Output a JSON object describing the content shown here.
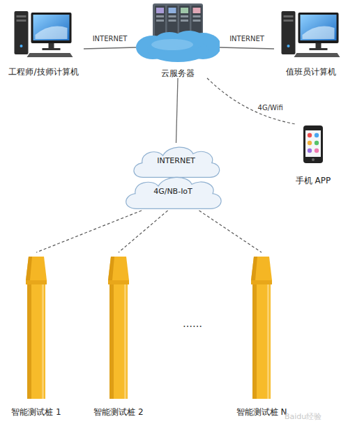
{
  "diagram": {
    "nodes": [
      {
        "text": [
          "工程师/技师计算机"
        ]
      },
      {
        "text": [
          "云服务器"
        ]
      },
      {
        "text": [
          "值班员计算机"
        ]
      },
      {
        "text": [
          "INTERNET"
        ]
      },
      {
        "text": [
          "4G/NB-IoT"
        ]
      },
      {
        "text": [
          "手机 APP"
        ]
      },
      {
        "text": [
          "智能测试桩 1"
        ]
      },
      {
        "text": [
          "智能测试桩 2"
        ]
      },
      {
        "text": [
          "智能测试桩 N"
        ]
      }
    ],
    "edges": [
      {
        "from": 0,
        "to": 1,
        "arrow": "none",
        "label": "INTERNET"
      },
      {
        "from": 1,
        "to": 2,
        "arrow": "none",
        "label": "INTERNET"
      },
      {
        "from": 1,
        "to": 3,
        "arrow": "none"
      },
      {
        "from": 1,
        "to": 5,
        "arrow": "none",
        "label": "4G/Wifi"
      },
      {
        "from": 4,
        "to": 6,
        "arrow": "none"
      },
      {
        "from": 4,
        "to": 7,
        "arrow": "none"
      },
      {
        "from": 4,
        "to": 8,
        "arrow": "none"
      }
    ],
    "labels": [
      "……",
      "Baidu经验"
    ]
  }
}
